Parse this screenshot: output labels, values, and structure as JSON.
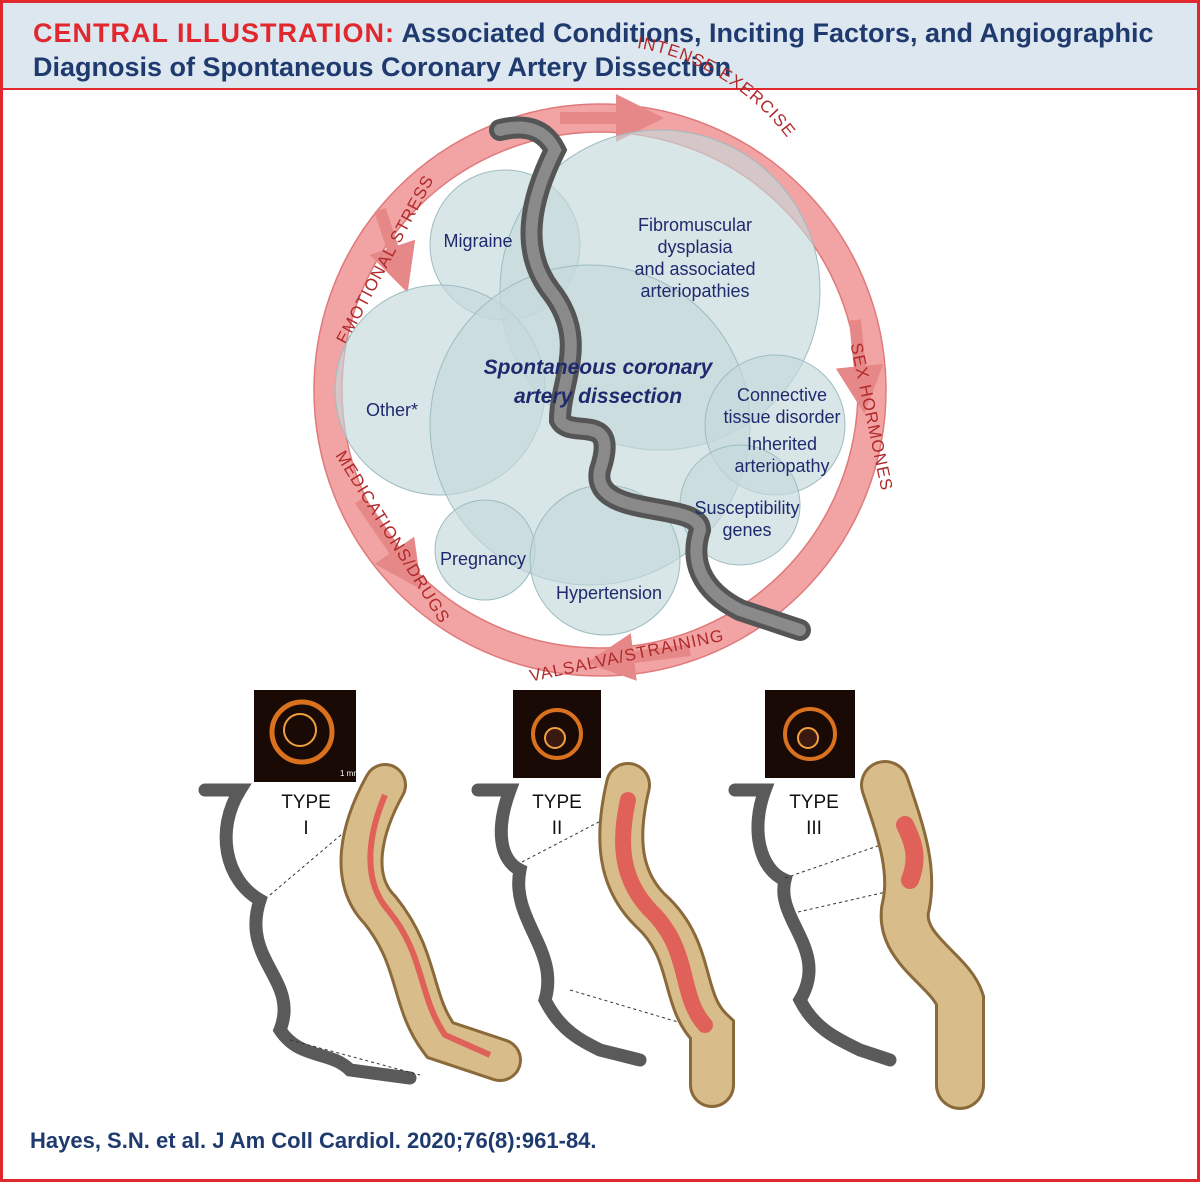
{
  "header": {
    "kicker": "CENTRAL ILLUSTRATION:",
    "title": "Associated Conditions, Inciting Factors, and Angiographic Diagnosis of Spontaneous Coronary Artery Dissection"
  },
  "ring_factors": [
    "INTENSE EXERCISE",
    "SEX HORMONES",
    "VALSALVA/STRAINING",
    "MEDICATIONS/DRUGS",
    "EMOTIONAL STRESS"
  ],
  "center": {
    "line1": "Spontaneous coronary",
    "line2": "artery dissection"
  },
  "conditions": {
    "migraine": "Migraine",
    "fmd_1": "Fibromuscular",
    "fmd_2": "dysplasia",
    "fmd_3": "and associated",
    "fmd_4": "arteriopathies",
    "other": "Other*",
    "ctd_1": "Connective",
    "ctd_2": "tissue disorder",
    "inh_1": "Inherited",
    "inh_2": "arteriopathy",
    "sus_1": "Susceptibility",
    "sus_2": "genes",
    "pregnancy": "Pregnancy",
    "hypertension": "Hypertension"
  },
  "types": [
    {
      "word": "TYPE",
      "numeral": "I",
      "scale_note": "1 mm"
    },
    {
      "word": "TYPE",
      "numeral": "II"
    },
    {
      "word": "TYPE",
      "numeral": "III"
    }
  ],
  "citation": "Hayes, S.N. et al. J Am Coll Cardiol. 2020;76(8):961-84.",
  "colors": {
    "accent_red": "#e0282e",
    "navy": "#1f3a6e",
    "ring": "#f2a3a3",
    "bubble": "#c4d9dc",
    "vessel": "#d8bd8a",
    "lumen_red": "#e0605a"
  }
}
